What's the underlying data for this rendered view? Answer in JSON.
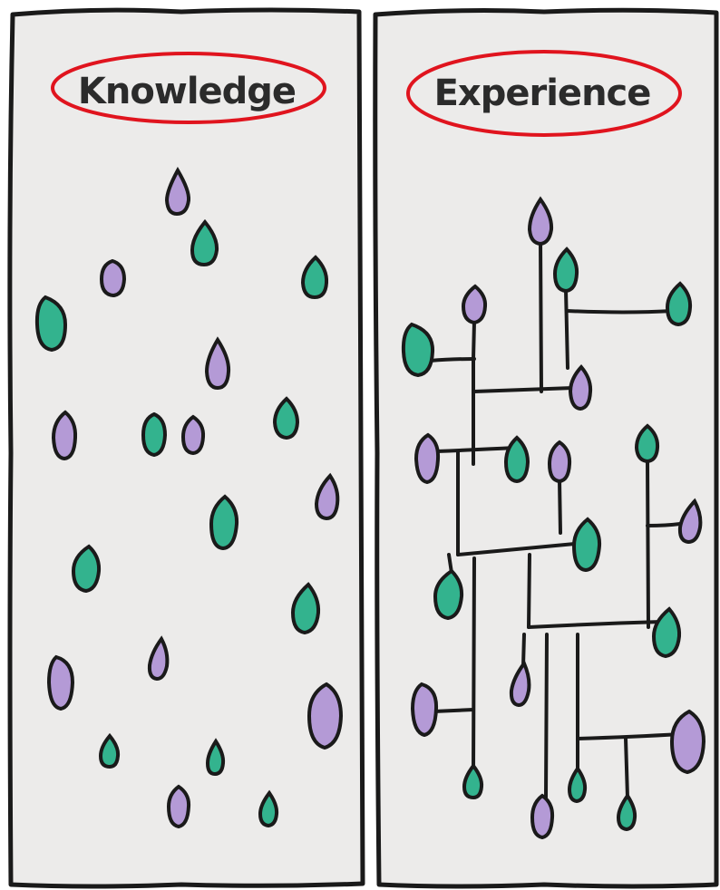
{
  "colors": {
    "background": "#ffffff",
    "panel_fill": "#ecebea",
    "outline": "#1a1a1a",
    "purple_dot": "#b49ad6",
    "teal_dot": "#33b38e",
    "highlight_circle": "#e0141e"
  },
  "panels": [
    {
      "id": "knowledge",
      "title": "Knowledge",
      "title_highlighted": true
    },
    {
      "id": "experience",
      "title": "Experience",
      "title_highlighted": true
    }
  ]
}
